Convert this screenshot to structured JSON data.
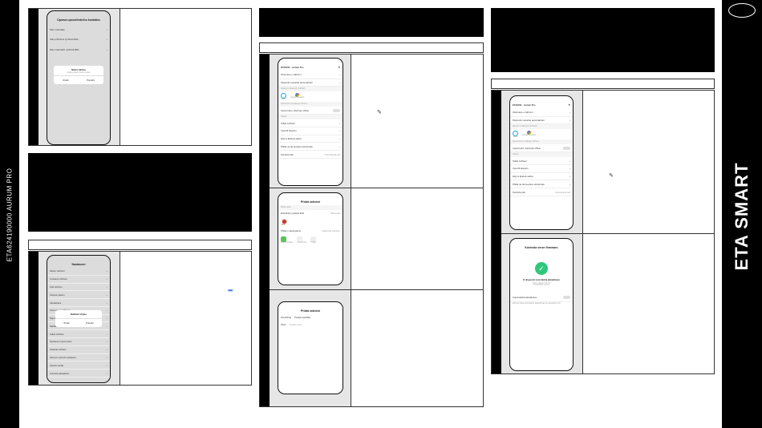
{
  "side": {
    "model_text": "ETA624190000 AURUM PRO",
    "brand": "ETA SMART"
  },
  "screens": {
    "channels": {
      "title": "Úprava uprostředního kontaktu",
      "items": [
        "Stav nízkotlaký",
        "Stav průměrné rychlosti 60%",
        "Stav maximální rychlosti 80%"
      ],
      "dialog_title": "Název funkce",
      "dialog_sub": "Zadejte vlastní název funkce",
      "btn_cancel": "Zrušit",
      "btn_ok": "Potvrdit"
    },
    "settings": {
      "title": "Nastavení",
      "items": [
        "Název zařízení",
        "Umístění zařízení",
        "Kód zařízení",
        "Časové pásmo",
        "Aktualizace",
        "Informace o zařízení",
        "Nápověda",
        "Nahlásit chybu",
        "Sdílet zařízení",
        "Nastavení upozornění",
        "Odebrat zařízení",
        "Obnovit výchozí nastavení",
        "Zpětná vazba",
        "Kontrola aktualizací"
      ],
      "dialog_title": "Nahlásit chybu",
      "btn_cancel": "Zrušit",
      "btn_ok": "Potvrdit"
    },
    "device": {
      "title": "ETA6241 - Aurum Pro",
      "items_a": [
        "Informace o zařízení",
        "Klepnutím spustíte automatizaci"
      ],
      "section_assist": "Asistent v hlasových službách",
      "alexa": "Alexa",
      "google": "Google Assistant",
      "section_offline": "Upozornění na odpojení zařízení",
      "offline": "Upozornění, když jste offline",
      "section_other": "Ostatní",
      "items_b": [
        "Sdílet zařízení",
        "Vytvořit skupinu",
        "FAQ a Zpětná vazba",
        "Přidat na domovskou obrazovku",
        "Kontrola sítě"
      ],
      "net_val": "Kontrolovat teď"
    },
    "add": {
      "title": "Přidat zařízení",
      "section": "Přidat ručně",
      "device_row": "Robotický vysavač ETA",
      "row_right": "Skenovat",
      "device_label": "ETA",
      "section2": "Přidat z ekosystému",
      "eco_right": "Skenovat zařízení",
      "eco": [
        "Chytré hodinky",
        "Tuya Smart",
        "Přidat"
      ]
    },
    "location": {
      "title": "Přidat zařízení",
      "label_country": "Země/Kraj",
      "country": "Česká republika",
      "label_city": "Obec",
      "city": "Zadejte obec"
    },
    "firmware": {
      "title": "Kontrola verze firmwaru",
      "status": "K dispozici není žádná aktualizace",
      "line1": "Verze zařízení: V1.0.0",
      "line2": "Verze MCU: V1.0.0",
      "auto": "Automatická aktualizace",
      "note": "Zařízení bude automaticky aktualizovat na nejnovější verzi."
    }
  },
  "icons": {
    "pencil": "✎",
    "more": "•••",
    "check": "✓"
  },
  "colors": {
    "green": "#2ec87a",
    "blue": "#3a7bd5"
  }
}
